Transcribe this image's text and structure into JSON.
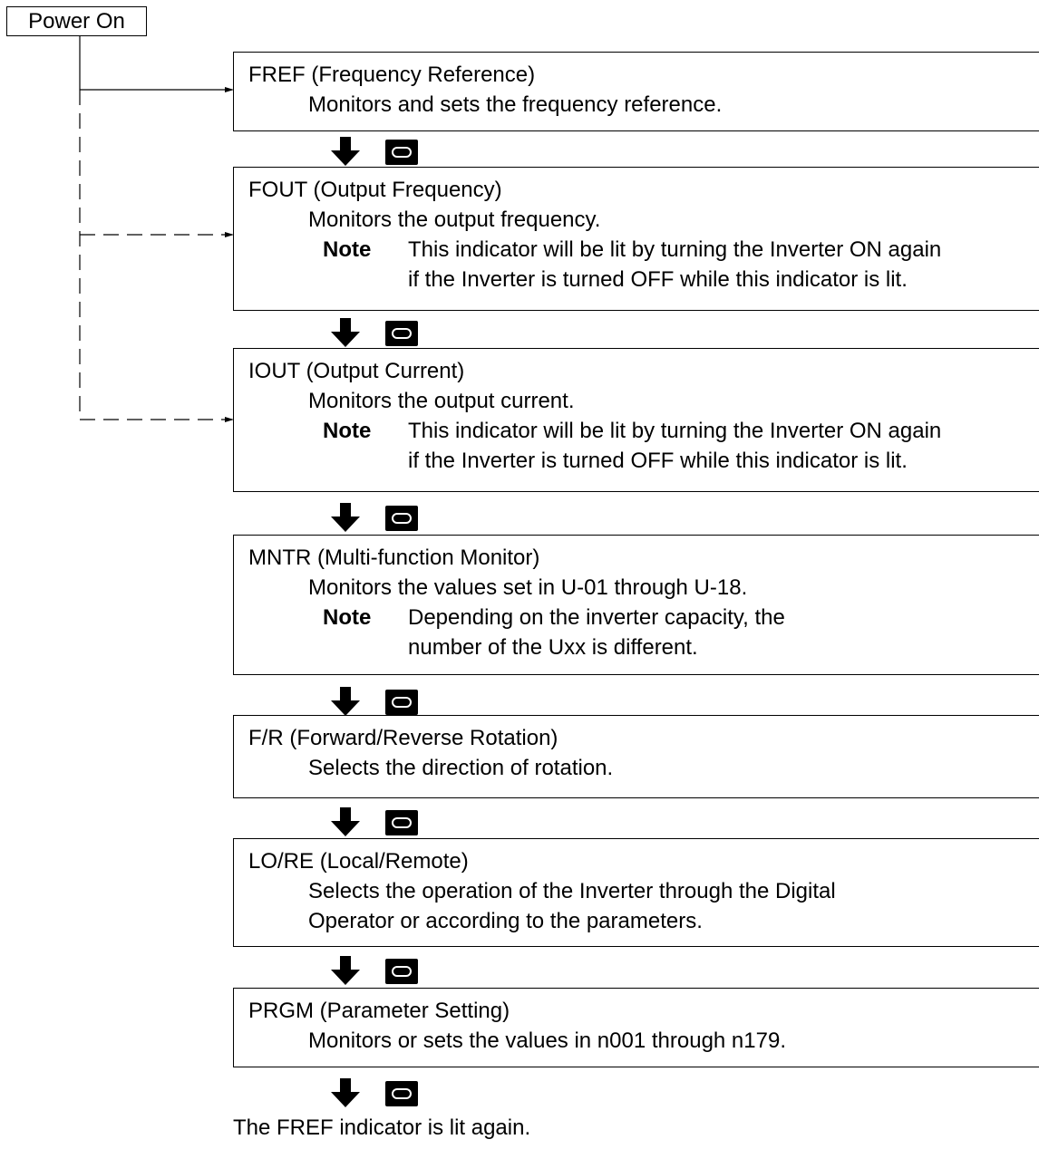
{
  "power_on_label": "Power On",
  "steps": [
    {
      "title": "FREF (Frequency Reference)",
      "lines": [
        "Monitors and sets the frequency reference."
      ]
    },
    {
      "title": "FOUT (Output Frequency)",
      "lines": [
        "Monitors the output frequency."
      ],
      "note_label": "Note",
      "note_lines": [
        "This indicator will be lit by turning the Inverter ON again",
        "if the Inverter is turned OFF while this indicator is lit."
      ]
    },
    {
      "title": "IOUT (Output Current)",
      "lines": [
        "Monitors the output current."
      ],
      "note_label": "Note",
      "note_lines": [
        "This indicator will be lit by turning the Inverter ON again",
        "if the Inverter is turned OFF while this indicator is lit."
      ]
    },
    {
      "title": "MNTR (Multi-function Monitor)",
      "lines": [
        "Monitors the values set in U-01 through U-18."
      ],
      "note_label": "Note",
      "note_lines": [
        "Depending on the inverter capacity, the",
        "number of the Uxx is different."
      ]
    },
    {
      "title": "F/R (Forward/Reverse Rotation)",
      "lines": [
        "Selects the direction of rotation."
      ]
    },
    {
      "title": "LO/RE (Local/Remote)",
      "lines": [
        "Selects the operation of the Inverter through the Digital",
        "Operator or according to the parameters."
      ]
    },
    {
      "title": "PRGM (Parameter Setting)",
      "lines": [
        "Monitors or sets the values in n001 through n179."
      ]
    }
  ],
  "footer": "The FREF indicator is lit again.",
  "icons": {
    "arrow": "down-arrow-icon",
    "key": "display-key-icon"
  }
}
